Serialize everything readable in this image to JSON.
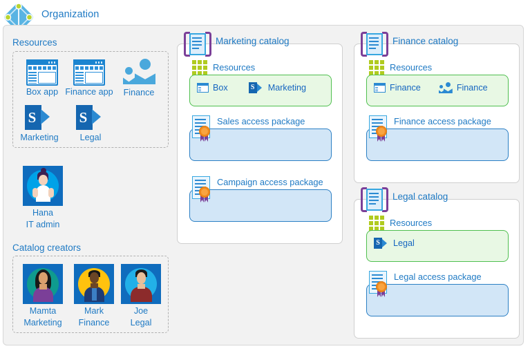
{
  "org": {
    "title": "Organization",
    "logo_icon": "azure-ad-logo-icon",
    "resources_label": "Resources",
    "resources": [
      {
        "label": "Box app",
        "icon": "app-window-icon"
      },
      {
        "label": "Finance app",
        "icon": "app-window-icon"
      },
      {
        "label": "Finance",
        "icon": "group-people-icon"
      },
      {
        "label": "Marketing",
        "icon": "sharepoint-icon"
      },
      {
        "label": "Legal",
        "icon": "sharepoint-icon"
      }
    ],
    "admin": {
      "name": "Hana",
      "role": "IT admin",
      "icon": "avatar-icon"
    },
    "catalog_creators_label": "Catalog creators",
    "catalog_creators": [
      {
        "name": "Mamta",
        "role": "Marketing",
        "icon": "avatar-icon"
      },
      {
        "name": "Mark",
        "role": "Finance",
        "icon": "avatar-icon"
      },
      {
        "name": "Joe",
        "role": "Legal",
        "icon": "avatar-icon"
      }
    ]
  },
  "catalogs": [
    {
      "title": "Marketing catalog",
      "icon": "catalog-document-icon",
      "resources_label": "Resources",
      "resources_icon": "grid-nine-icon",
      "resources": [
        {
          "label": "Box",
          "icon": "app-window-icon"
        },
        {
          "label": "Marketing",
          "icon": "sharepoint-icon"
        }
      ],
      "packages": [
        {
          "title": "Sales access package",
          "icon": "access-package-certificate-icon"
        },
        {
          "title": "Campaign access package",
          "icon": "access-package-certificate-icon"
        }
      ]
    },
    {
      "title": "Finance catalog",
      "icon": "catalog-document-icon",
      "resources_label": "Resources",
      "resources_icon": "grid-nine-icon",
      "resources": [
        {
          "label": "Finance",
          "icon": "app-window-icon"
        },
        {
          "label": "Finance",
          "icon": "group-people-icon"
        }
      ],
      "packages": [
        {
          "title": "Finance access package",
          "icon": "access-package-certificate-icon"
        }
      ]
    },
    {
      "title": "Legal catalog",
      "icon": "catalog-document-icon",
      "resources_label": "Resources",
      "resources_icon": "grid-nine-icon",
      "resources": [
        {
          "label": "Legal",
          "icon": "sharepoint-icon"
        }
      ],
      "packages": [
        {
          "title": "Legal access package",
          "icon": "access-package-certificate-icon"
        }
      ]
    }
  ],
  "colors": {
    "text_blue": "#1f7ac4",
    "azure_blue": "#2b8ad2",
    "catalog_purple": "#7b3f98",
    "resource_green_border": "#4fbf4f",
    "resource_green_fill": "#e8f8e4",
    "grid_green": "#b0cb1f",
    "package_blue_fill": "#d2e6f7",
    "package_blue_border": "#2b7fc4",
    "medal_orange": "#f08a1e",
    "canvas_gray": "#f2f2f2",
    "avatar_tile_blue": "#0f6cbd"
  }
}
